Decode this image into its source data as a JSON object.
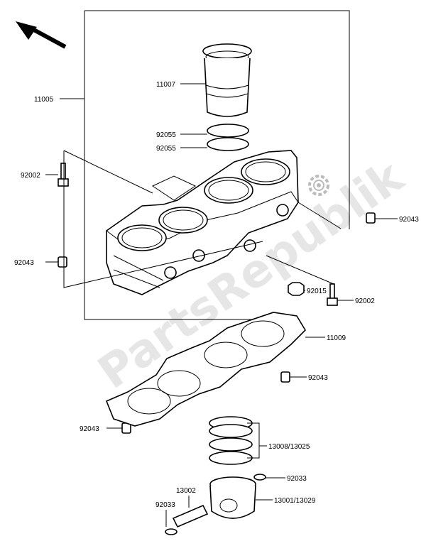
{
  "watermark": "PartsRepublik",
  "icons": {
    "direction": "front-arrow-icon",
    "gear": "gear-icon"
  },
  "labels": {
    "p11007": "11007",
    "p11005": "11005",
    "p92055a": "92055",
    "p92055b": "92055",
    "p92002a": "92002",
    "p92043a": "92043",
    "p92043b": "92043",
    "p92015": "92015",
    "p92002b": "92002",
    "p11009": "11009",
    "p92043c": "92043",
    "p92043d": "92043",
    "p13008": "13008/13025",
    "p92033a": "92033",
    "p13002": "13002",
    "p92033b": "92033",
    "p13001": "13001/13029"
  }
}
